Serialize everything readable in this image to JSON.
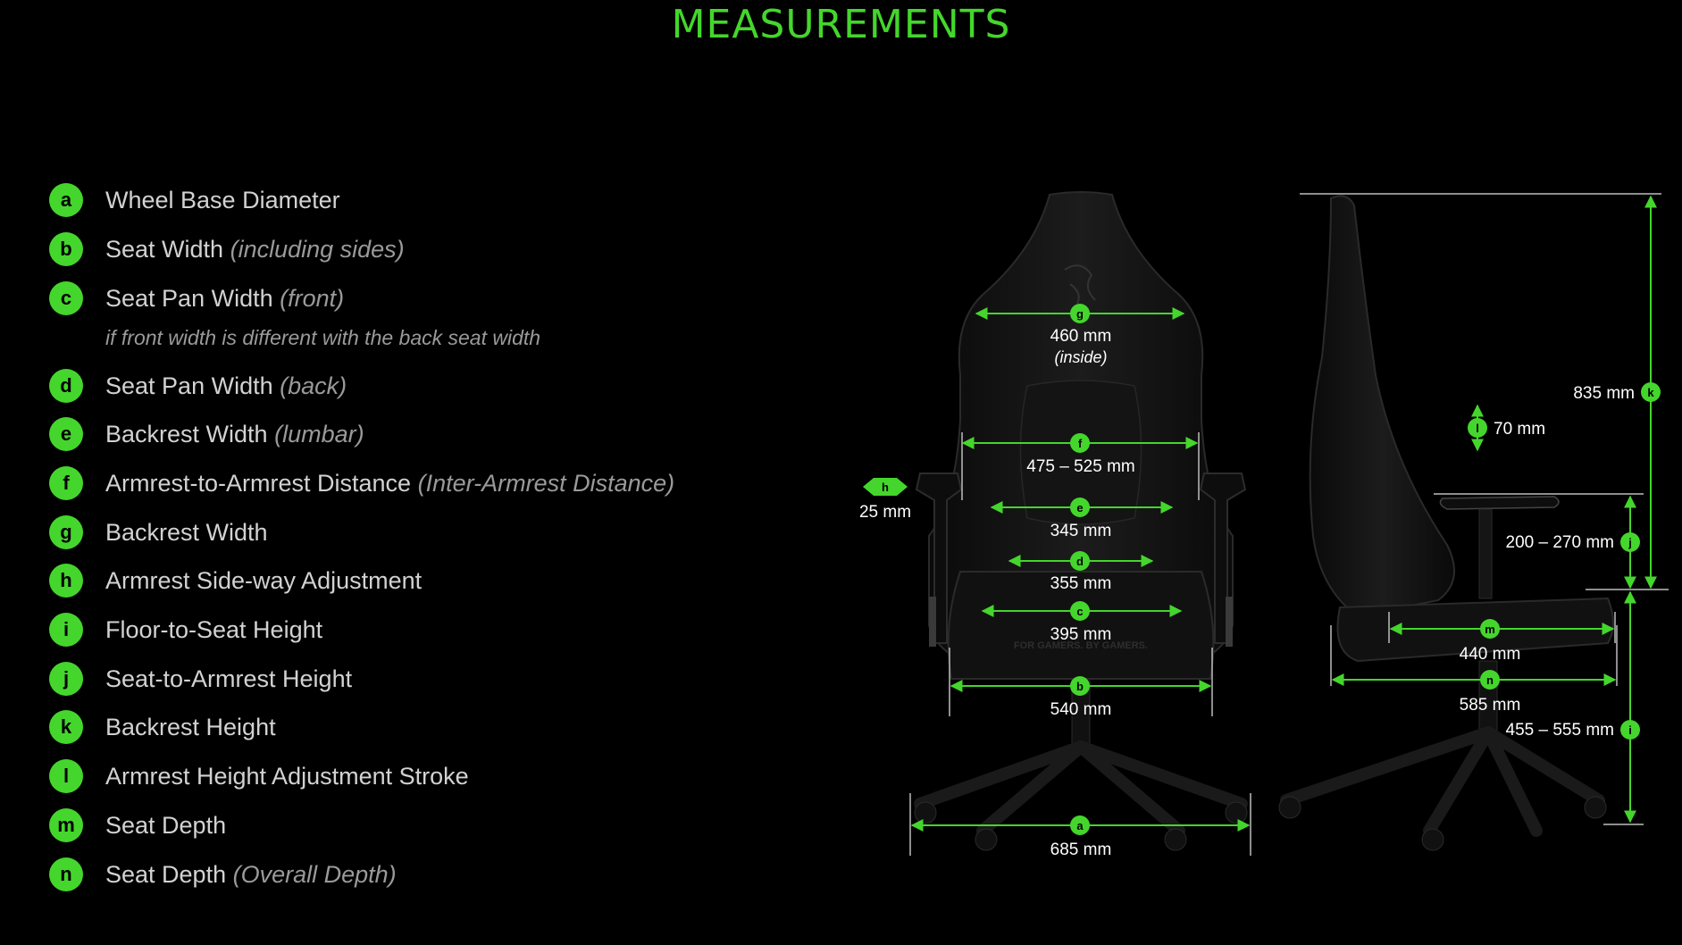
{
  "title": "MEASUREMENTS",
  "legend": [
    {
      "key": "a",
      "label": "Wheel Base Diameter",
      "qualifier": "",
      "note": ""
    },
    {
      "key": "b",
      "label": "Seat Width",
      "qualifier": "(including sides)",
      "note": ""
    },
    {
      "key": "c",
      "label": "Seat Pan Width",
      "qualifier": "(front)",
      "note": "if front width is different with the back seat width"
    },
    {
      "key": "d",
      "label": "Seat Pan Width",
      "qualifier": "(back)",
      "note": ""
    },
    {
      "key": "e",
      "label": "Backrest Width",
      "qualifier": "(lumbar)",
      "note": ""
    },
    {
      "key": "f",
      "label": "Armrest-to-Armrest Distance",
      "qualifier": "(Inter-Armrest Distance)",
      "note": ""
    },
    {
      "key": "g",
      "label": "Backrest Width",
      "qualifier": "",
      "note": ""
    },
    {
      "key": "h",
      "label": "Armrest Side-way Adjustment",
      "qualifier": "",
      "note": ""
    },
    {
      "key": "i",
      "label": "Floor-to-Seat Height",
      "qualifier": "",
      "note": ""
    },
    {
      "key": "j",
      "label": "Seat-to-Armrest Height",
      "qualifier": "",
      "note": ""
    },
    {
      "key": "k",
      "label": "Backrest Height",
      "qualifier": "",
      "note": ""
    },
    {
      "key": "l",
      "label": "Armrest Height Adjustment Stroke",
      "qualifier": "",
      "note": ""
    },
    {
      "key": "m",
      "label": "Seat Depth",
      "qualifier": "",
      "note": ""
    },
    {
      "key": "n",
      "label": "Seat Depth",
      "qualifier": "(Overall Depth)",
      "note": ""
    }
  ],
  "front_view": {
    "g": {
      "value": "460 mm",
      "sub": "(inside)"
    },
    "f": {
      "value": "475 – 525 mm"
    },
    "e": {
      "value": "345 mm"
    },
    "d": {
      "value": "355 mm"
    },
    "c": {
      "value": "395 mm"
    },
    "b": {
      "value": "540 mm"
    },
    "a": {
      "value": "685 mm"
    },
    "h": {
      "value": "25 mm"
    }
  },
  "side_view": {
    "k": {
      "value": "835 mm"
    },
    "l": {
      "value": "70 mm"
    },
    "j": {
      "value": "200 – 270 mm"
    },
    "m": {
      "value": "440 mm"
    },
    "n": {
      "value": "585 mm"
    },
    "i": {
      "value": "455 – 555 mm"
    }
  },
  "chair_tagline": "FOR GAMERS. BY GAMERS.",
  "colors": {
    "accent": "#44d62c",
    "background": "#000000",
    "text": "#d2d2d2",
    "muted": "#9a9a9a"
  }
}
